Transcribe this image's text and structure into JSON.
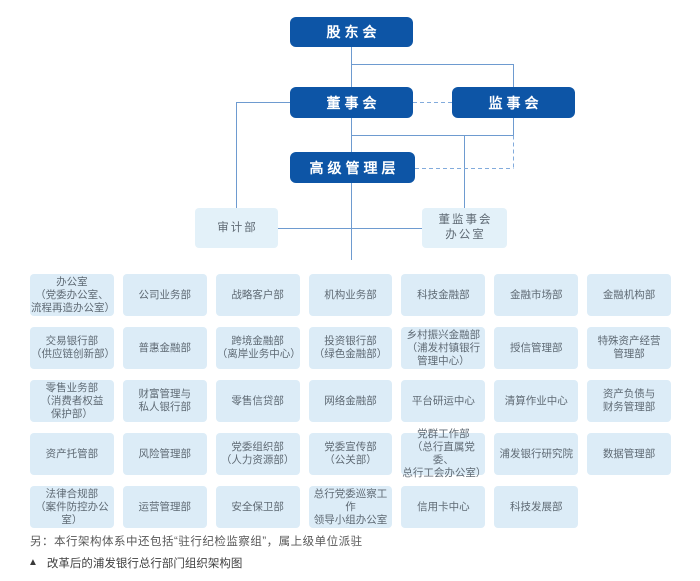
{
  "colors": {
    "brand_blue": "#0d55a6",
    "cell_bg": "#dcecf7",
    "cell_bg_light": "#e3f1f9",
    "cell_text": "#5f6a74",
    "line": "#6e9bd0",
    "line_dashed": "#82abdc",
    "note_text": "#595959",
    "caption_text": "#404040"
  },
  "org": {
    "shareholders": "股东会",
    "board": "董事会",
    "supervisors": "监事会",
    "senior_management": "高级管理层",
    "audit": "审计部",
    "board_supervisors_office": "董监事会\n办公室"
  },
  "departments": {
    "rows": [
      [
        "办公室\n（党委办公室、\n流程再造办公室）",
        "公司业务部",
        "战略客户部",
        "机构业务部",
        "科技金融部",
        "金融市场部",
        "金融机构部"
      ],
      [
        "交易银行部\n（供应链创新部）",
        "普惠金融部",
        "跨境金融部\n（离岸业务中心）",
        "投资银行部\n（绿色金融部）",
        "乡村振兴金融部\n（浦发村镇银行\n管理中心）",
        "授信管理部",
        "特殊资产经营\n管理部"
      ],
      [
        "零售业务部\n（消费者权益\n保护部）",
        "财富管理与\n私人银行部",
        "零售信贷部",
        "网络金融部",
        "平台研运中心",
        "清算作业中心",
        "资产负债与\n财务管理部"
      ],
      [
        "资产托管部",
        "风险管理部",
        "党委组织部\n（人力资源部）",
        "党委宣传部\n（公关部）",
        "党群工作部\n（总行直属党委、\n总行工会办公室）",
        "浦发银行研究院",
        "数据管理部"
      ],
      [
        "法律合规部\n（案件防控办公室）",
        "运营管理部",
        "安全保卫部",
        "总行党委巡察工作\n领导小组办公室",
        "信用卡中心",
        "科技发展部",
        ""
      ]
    ]
  },
  "footer": {
    "note": "另：本行架构体系中还包括“驻行纪检监察组”，属上级单位派驻",
    "caption_marker": "▲",
    "caption": "改革后的浦发银行总行部门组织架构图"
  }
}
